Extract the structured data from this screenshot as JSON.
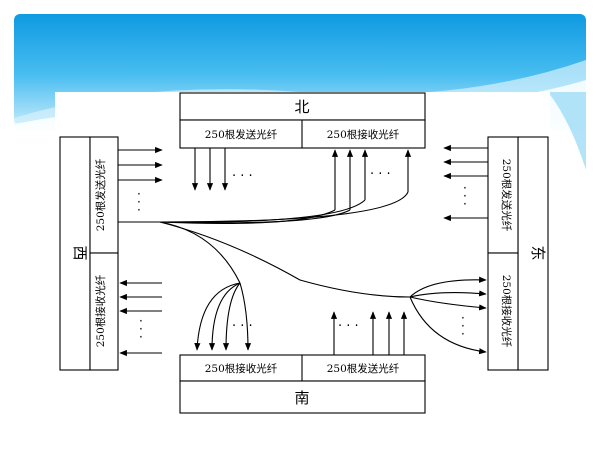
{
  "directions": {
    "north": "北",
    "south": "南",
    "west": "西",
    "east": "东"
  },
  "fiber_labels": {
    "north_send": "250根发送光纤",
    "north_recv": "250根接收光纤",
    "south_recv": "250根接收光纤",
    "south_send": "250根发送光纤",
    "west_send": "250根发送光纤",
    "west_recv": "250根接收光纤",
    "east_send": "250根发送光纤",
    "east_recv": "250根接收光纤"
  },
  "dots": "· · ·",
  "colors": {
    "slide_blue_top": "#1da6e8",
    "slide_blue_light": "#c8ecfb",
    "line": "#000000",
    "background": "#ffffff"
  }
}
